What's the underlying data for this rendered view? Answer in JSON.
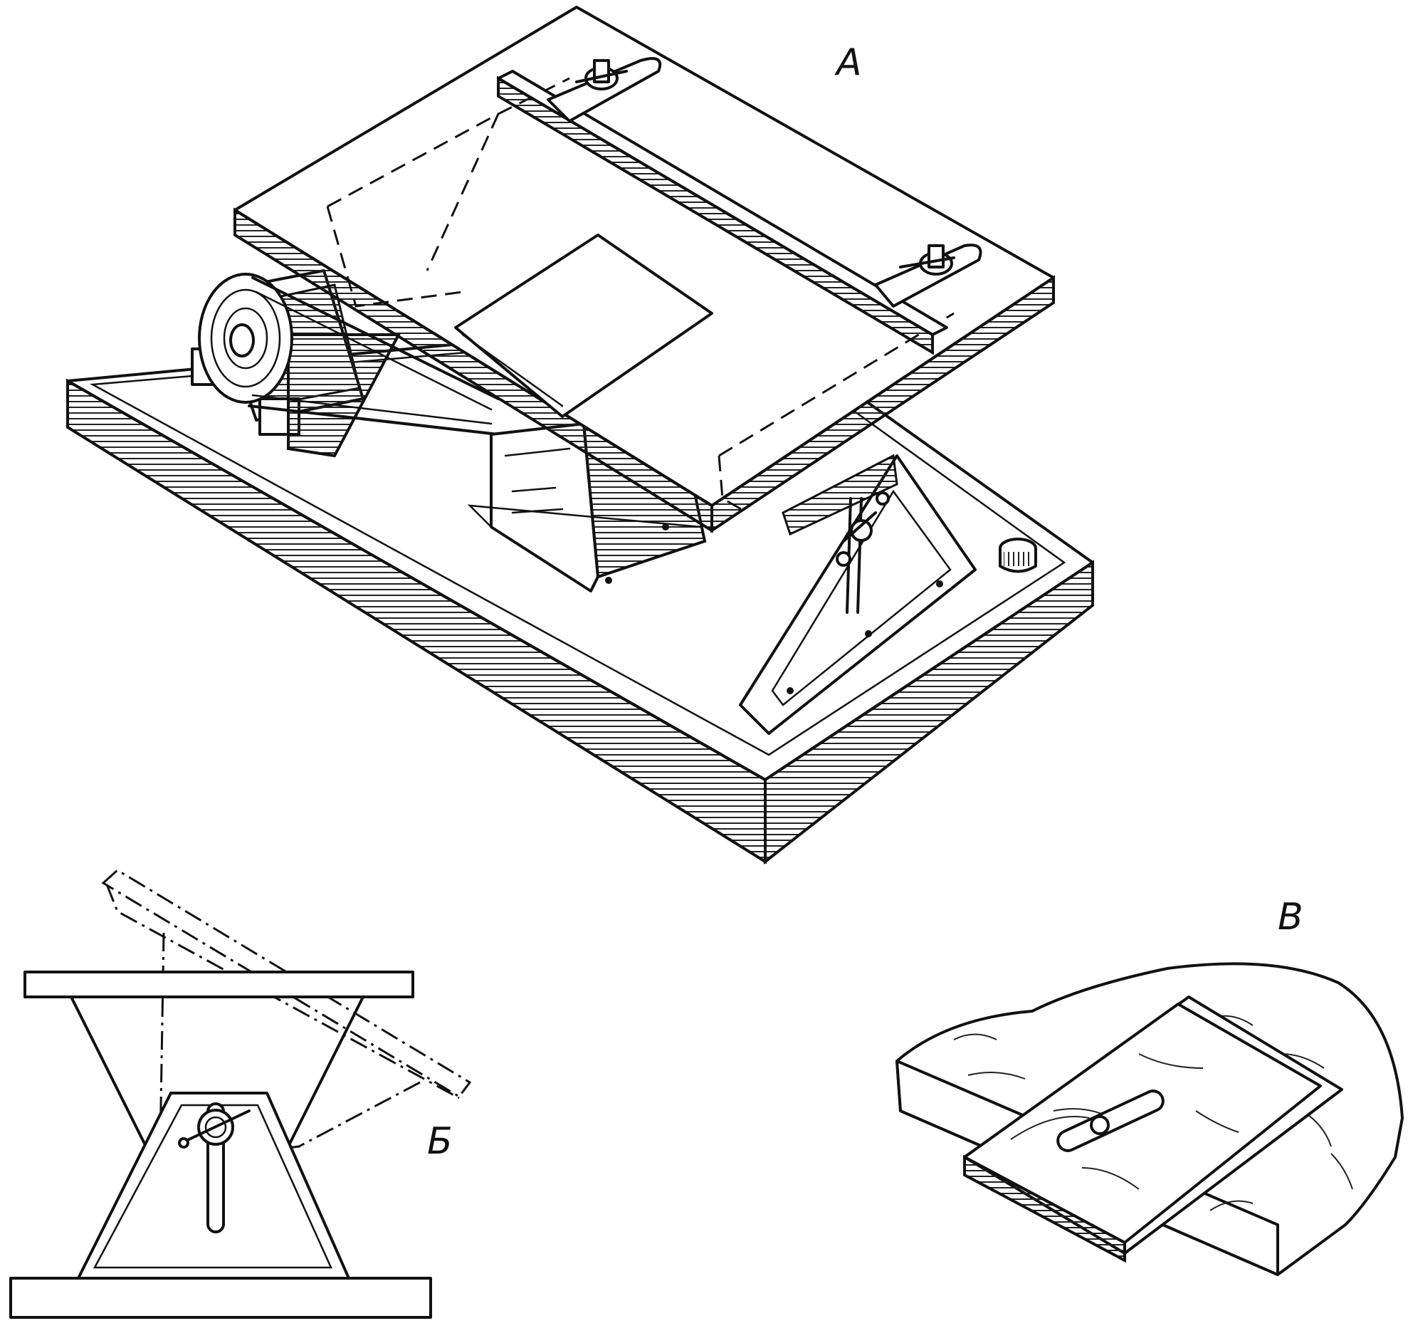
{
  "figure": {
    "labels": {
      "a": "A",
      "b": "Б",
      "v": "В"
    },
    "stroke_color": "#111111",
    "background_color": "#ffffff"
  }
}
